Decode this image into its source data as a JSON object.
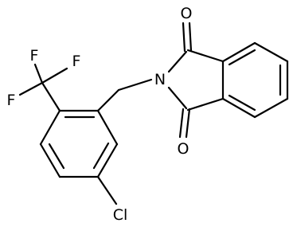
{
  "molecule": {
    "atoms": {
      "o_top": "O",
      "o_bottom": "O",
      "n": "N",
      "f1": "F",
      "f2": "F",
      "f3": "F",
      "cl": "Cl"
    },
    "colors": {
      "bond": "#000000",
      "label": "#000000",
      "background": "#ffffff"
    }
  }
}
